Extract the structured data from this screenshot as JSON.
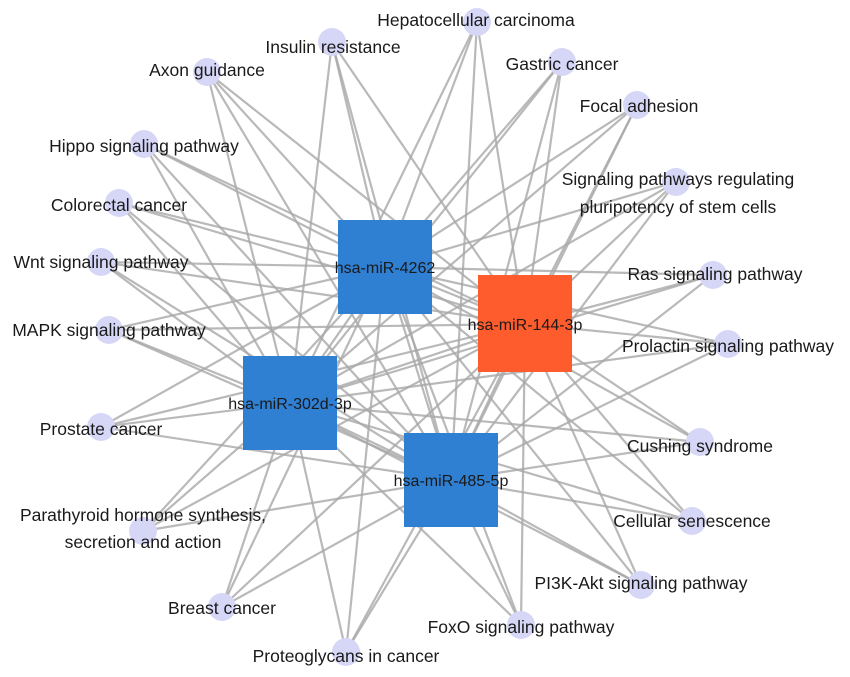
{
  "colors": {
    "mirna_blue": "#2f7fd3",
    "mirna_orange": "#ff5c2e",
    "pathway_node": "#d6d6f7",
    "edge": "#a8a8a8"
  },
  "mirnas": [
    {
      "id": "m4262",
      "label": "hsa-miR-4262",
      "color": "#2f7fd3"
    },
    {
      "id": "m144",
      "label": "hsa-miR-144-3p",
      "color": "#ff5c2e"
    },
    {
      "id": "m302",
      "label": "hsa-miR-302d-3p",
      "color": "#2f7fd3"
    },
    {
      "id": "m485",
      "label": "hsa-miR-485-5p",
      "color": "#2f7fd3"
    }
  ],
  "pathways": [
    {
      "id": "hcc",
      "lines": [
        "Hepatocellular carcinoma"
      ]
    },
    {
      "id": "insulin",
      "lines": [
        "Insulin resistance"
      ]
    },
    {
      "id": "axon",
      "lines": [
        "Axon guidance"
      ]
    },
    {
      "id": "gastric",
      "lines": [
        "Gastric cancer"
      ]
    },
    {
      "id": "focal",
      "lines": [
        "Focal adhesion"
      ]
    },
    {
      "id": "hippo",
      "lines": [
        "Hippo signaling pathway"
      ]
    },
    {
      "id": "stem",
      "lines": [
        "Signaling pathways regulating",
        "pluripotency of stem cells"
      ]
    },
    {
      "id": "colorectal",
      "lines": [
        "Colorectal cancer"
      ]
    },
    {
      "id": "wnt",
      "lines": [
        "Wnt signaling pathway"
      ]
    },
    {
      "id": "ras",
      "lines": [
        "Ras signaling pathway"
      ]
    },
    {
      "id": "mapk",
      "lines": [
        "MAPK signaling pathway"
      ]
    },
    {
      "id": "prolactin",
      "lines": [
        "Prolactin signaling pathway"
      ]
    },
    {
      "id": "prostate",
      "lines": [
        "Prostate cancer"
      ]
    },
    {
      "id": "cushing",
      "lines": [
        "Cushing syndrome"
      ]
    },
    {
      "id": "parathyroid",
      "lines": [
        "Parathyroid hormone synthesis,",
        "secretion and action"
      ]
    },
    {
      "id": "senescence",
      "lines": [
        "Cellular senescence"
      ]
    },
    {
      "id": "pi3k",
      "lines": [
        "PI3K-Akt signaling pathway"
      ]
    },
    {
      "id": "breast",
      "lines": [
        "Breast cancer"
      ]
    },
    {
      "id": "foxo",
      "lines": [
        "FoxO signaling pathway"
      ]
    },
    {
      "id": "proteoglycans",
      "lines": [
        "Proteoglycans in cancer"
      ]
    }
  ]
}
